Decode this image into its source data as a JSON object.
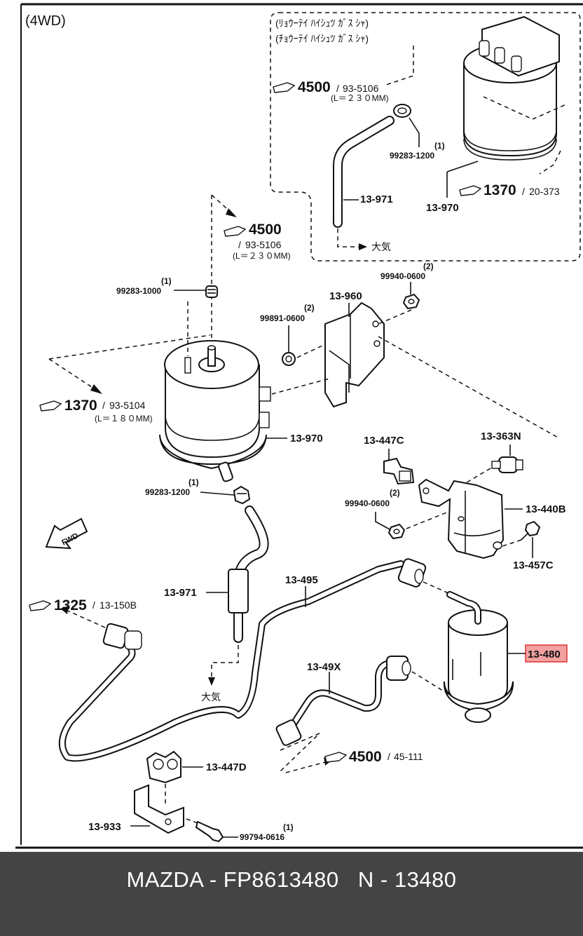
{
  "diagram": {
    "variant_label": "(4WD)",
    "inset_notes": [
      "(ﾘｮｳｰﾃｲ ﾊｲｼｭﾂ ｶﾞｽ ｼｬ)",
      "(ﾁｮｳｰﾃｲ ﾊｲｼｭﾂ ｶﾞｽ ｼｬ)"
    ],
    "inset_ref": {
      "page": "4500",
      "sub": "93-5106",
      "note": "(L＝２３０MM)"
    },
    "inset_clamp": {
      "qty": "(1)",
      "number": "99283-1200"
    },
    "inset_hose": "13-971",
    "inset_canister": "13-970",
    "inset_canister_ref": {
      "page": "1370",
      "sub": "20-373"
    },
    "inset_atmosphere": "大気",
    "main_ref": {
      "page": "4500",
      "sub": "93-5106",
      "note": "(L＝２３０MM)"
    },
    "clamp_top": {
      "qty": "(1)",
      "number": "99283-1000"
    },
    "nut_a": {
      "qty": "(2)",
      "number": "99940-0600"
    },
    "bracket": "13-960",
    "washer": {
      "qty": "(2)",
      "number": "99891-0600"
    },
    "canister_ref": {
      "page": "1370",
      "sub": "93-5104",
      "note": "(L＝１８０MM)"
    },
    "canister": "13-970",
    "clip_c": "13-447C",
    "insulator": "13-363N",
    "nut_b": {
      "qty": "(2)",
      "number": "99940-0600"
    },
    "filter_bracket": "13-440B",
    "bolt_c": "13-457C",
    "clamp_mid": {
      "qty": "(1)",
      "number": "99283-1200"
    },
    "fwd": "FWD",
    "hose_mid": "13-971",
    "pipe": "13-495",
    "left_ref": {
      "page": "1325",
      "sub": "13-150B"
    },
    "lower_atmosphere": "大気",
    "fuel_filter": "13-480",
    "hose_x": "13-49X",
    "lower_ref": {
      "page": "4500",
      "sub": "45-111"
    },
    "clip_d": "13-447D",
    "bracket_lower": "13-933",
    "bolt_lower": {
      "qty": "(1)",
      "number": "99794-0616"
    }
  },
  "highlight_color": "#f2a0a0",
  "footer": {
    "text": "MAZDA - FP8613480   N - 13480"
  }
}
